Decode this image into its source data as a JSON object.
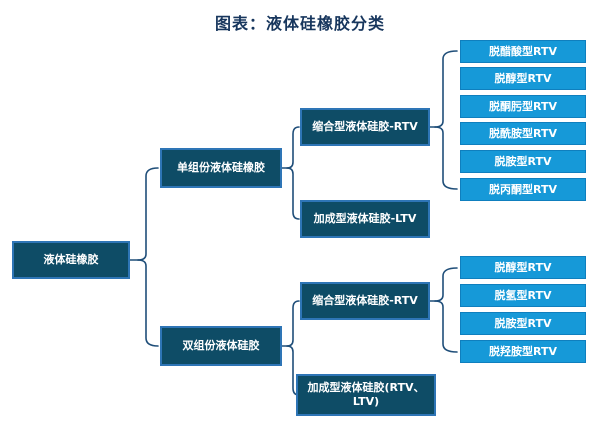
{
  "title": "图表：液体硅橡胶分类",
  "colors": {
    "title_text": "#17365D",
    "dark_box_fill": "#0E4C66",
    "dark_box_border": "#2E75B6",
    "leaf_box_fill": "#1699D8",
    "leaf_box_border": "#0F7FBE",
    "connector_line": "#1F4E79",
    "box_text": "#FFFFFF"
  },
  "tree": {
    "root": {
      "label": "液体硅橡胶"
    },
    "level2": [
      {
        "label": "单组份液体硅橡胶"
      },
      {
        "label": "双组份液体硅胶"
      }
    ],
    "level3": [
      {
        "label": "缩合型液体硅胶-RTV"
      },
      {
        "label": "加成型液体硅胶-LTV"
      },
      {
        "label": "缩合型液体硅胶-RTV"
      },
      {
        "label": "加成型液体硅胶(RTV、LTV)"
      }
    ],
    "leaves_top": [
      "脱醋酸型RTV",
      "脱醇型RTV",
      "脱酮肟型RTV",
      "脱酰胺型RTV",
      "脱胺型RTV",
      "脱丙酮型RTV"
    ],
    "leaves_bottom": [
      "脱醇型RTV",
      "脱氢型RTV",
      "脱胺型RTV",
      "脱羟胺型RTV"
    ]
  }
}
